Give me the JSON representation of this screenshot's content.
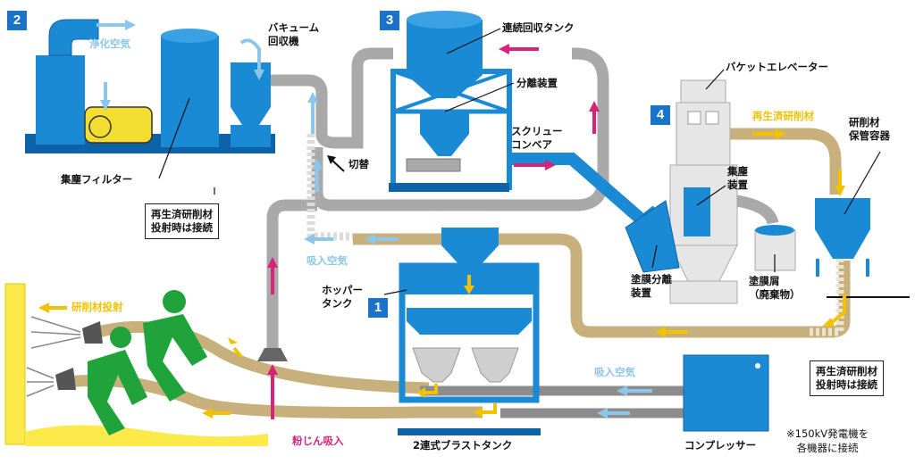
{
  "colors": {
    "equipment_blue": "#1a8ad4",
    "equipment_dark": "#0e63a8",
    "pipe_gray": "#a9a9a9",
    "pipe_tan": "#c7b07c",
    "worker_green": "#1fa33a",
    "arrow_yellow": "#f2c200",
    "arrow_magenta": "#d6247a",
    "arrow_lightblue": "#8ec6ea",
    "badge_blue": "#1a73c8",
    "yellow_panel": "#fbea4a",
    "elevator_gray": "#e6e6e6"
  },
  "badges": [
    "2",
    "3",
    "4",
    "1"
  ],
  "labels": {
    "vacuum_unit": "バキューム\n回収機",
    "clean_air": "浄化空気",
    "dust_filter": "集塵フィルター",
    "continuous_tank": "連続回収タンク",
    "separator": "分離装置",
    "screw_conveyor": "スクリュー\nコンベア",
    "switch": "切替",
    "bucket_elevator": "バケットエレベーター",
    "recycled_media_top": "再生済研削材",
    "media_storage": "研削材\n保管容器",
    "dust_collector": "集塵\n装置",
    "coating_separator": "塗膜分離\n装置",
    "coating_waste": "塗膜屑\n（廃棄物）",
    "suction_air_mid": "吸入空気",
    "hopper_tank": "ホッパー\nタンク",
    "media_blasting": "研削材投射",
    "suction_air_low": "吸入空気",
    "dust_suction": "粉じん吸入",
    "twin_blast_tank": "2連式ブラストタンク",
    "compressor": "コンプレッサー"
  },
  "callouts": {
    "connect_left": "再生済研削材\n投射時は接続",
    "connect_right": "再生済研削材\n投射時は接続"
  },
  "footnote": "※150kV発電機を\n各機器に接続"
}
